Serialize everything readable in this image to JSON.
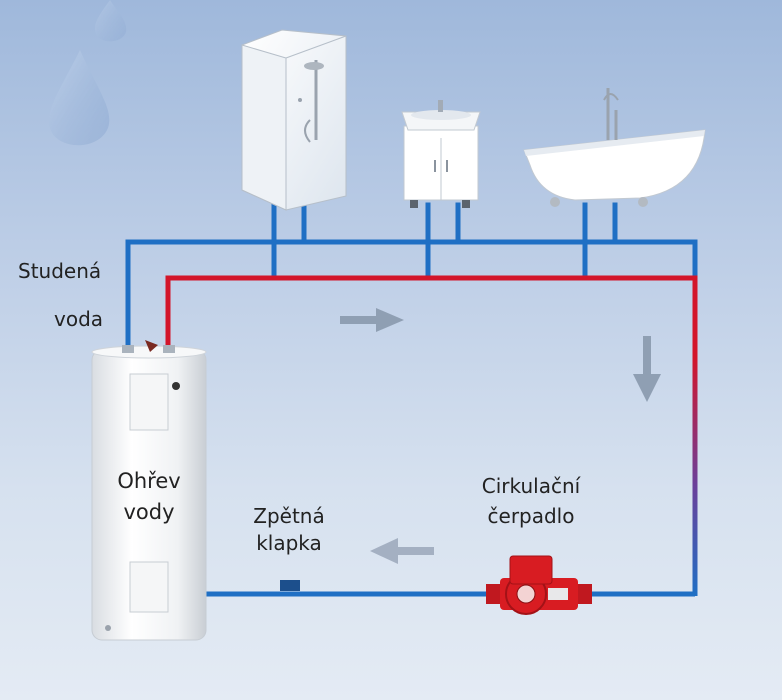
{
  "labels": {
    "cold_water_line1": "Studená",
    "cold_water_line2": "voda",
    "heater_line1": "Ohřev",
    "heater_line2": "vody",
    "check_valve_line1": "Zpětná",
    "check_valve_line2": "klapka",
    "pump_line1": "Cirkulační",
    "pump_line2": "čerpadlo"
  },
  "colors": {
    "cold_pipe": "#1f6fc4",
    "hot_pipe": "#d3152a",
    "flow_arrow": "#8f9fb3",
    "pump": "#d81c22",
    "check_valve": "#1c4f8c"
  },
  "icons": {
    "shower": "shower-cabin-icon",
    "sink": "bathroom-sink-cabinet-icon",
    "bath": "clawfoot-bathtub-icon",
    "heater": "water-heater-tank-icon",
    "pump": "circulation-pump-icon",
    "valve": "check-valve-icon",
    "drops": "water-drop-icon"
  }
}
